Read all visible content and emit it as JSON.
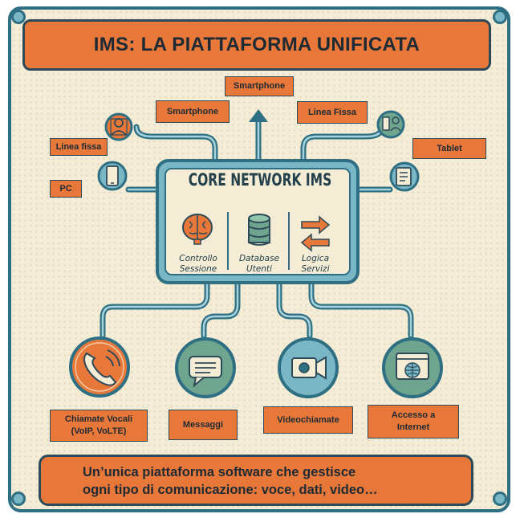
{
  "title": "IMS: LA PIATTAFORMA UNIFICATA",
  "core": {
    "title": "CORE NETWORK IMS",
    "modules": [
      {
        "line1": "Controllo",
        "line2": "Sessione",
        "icon": "brain-icon"
      },
      {
        "line1": "Database",
        "line2": "Utenti",
        "icon": "database-icon"
      },
      {
        "line1": "Logica",
        "line2": "Servizi",
        "icon": "arrows-icon"
      }
    ]
  },
  "devices": {
    "smartphone_top": "Smartphone",
    "smartphone_left": "Smartphone",
    "linea_fissa_right": "Linea Fissa",
    "linea_fissa_left": "Linea fissa",
    "tablet": "Tablet",
    "pc": "PC"
  },
  "services": [
    {
      "line1": "Chiamate Vocali",
      "line2": "(VoIP, VoLTE)",
      "icon": "phone-icon"
    },
    {
      "line1": "Messaggi",
      "line2": "",
      "icon": "message-icon"
    },
    {
      "line1": "Videochiamate",
      "line2": "",
      "icon": "video-camera-icon"
    },
    {
      "line1": "Accesso a",
      "line2": "Internet",
      "icon": "globe-browser-icon"
    }
  ],
  "footer": {
    "line1": "Un’unica piattaforma software che gestisce",
    "line2": "ogni tipo di comunicazione: voce, dati, video…"
  },
  "colors": {
    "orange": "#e8783a",
    "teal": "#2f6f84",
    "light_teal": "#79b7c6",
    "cream": "#f4ecd4",
    "dark": "#24404c"
  }
}
